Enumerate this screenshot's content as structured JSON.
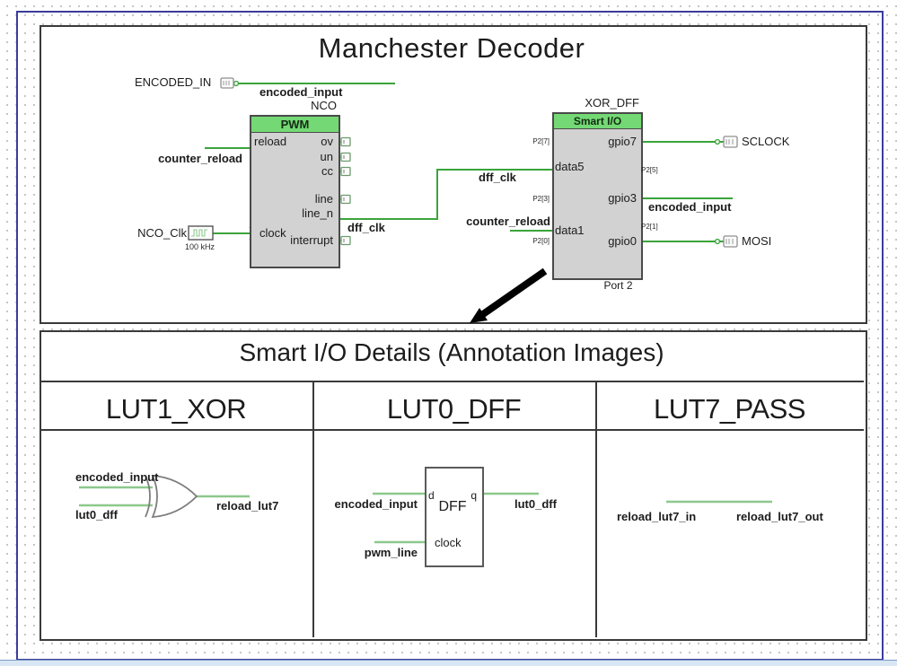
{
  "section1": {
    "title": "Manchester Decoder",
    "terminal_encoded_in": "ENCODED_IN",
    "net_encoded_input": "encoded_input",
    "net_counter_reload": "counter_reload",
    "net_dff_clk": "dff_clk",
    "clock_source": {
      "name": "NCO_Clk",
      "freq": "100 kHz"
    },
    "nco": {
      "instance": "NCO",
      "header": "PWM",
      "pin_reload": "reload",
      "pin_clock": "clock",
      "pin_ov": "ov",
      "pin_un": "un",
      "pin_cc": "cc",
      "pin_line": "line",
      "pin_line_n": "line_n",
      "pin_interrupt": "interrupt"
    },
    "smartio": {
      "instance": "XOR_DFF",
      "header": "Smart I/O",
      "pin_p27": "P2[7]",
      "pin_p25": "P2[5]",
      "pin_p23": "P2[3]",
      "pin_p21": "P2[1]",
      "pin_p20": "P2[0]",
      "pin_data5": "data5",
      "pin_data1": "data1",
      "pin_gpio7": "gpio7",
      "pin_gpio3": "gpio3",
      "pin_gpio0": "gpio0",
      "port_label": "Port 2"
    },
    "terminal_sclock": "SCLOCK",
    "terminal_mosi": "MOSI"
  },
  "section2": {
    "title": "Smart I/O Details (Annotation Images)",
    "xor_panel": {
      "header": "LUT1_XOR",
      "in1": "encoded_input",
      "in2": "lut0_dff",
      "out": "reload_lut7"
    },
    "dff_panel": {
      "header": "LUT0_DFF",
      "in_d": "encoded_input",
      "in_clock": "pwm_line",
      "out": "lut0_dff",
      "box": "DFF",
      "pin_d": "d",
      "pin_q": "q",
      "pin_clock": "clock"
    },
    "pass_panel": {
      "header": "LUT7_PASS",
      "in": "reload_lut7_in",
      "out": "reload_lut7_out"
    }
  },
  "colors": {
    "wire_green": "#3aa43a",
    "annotation_wire_green": "#8cc88c",
    "block_header_green": "#74d974",
    "block_fill": "#d2d2d2",
    "xbox_green": "#3fa43f",
    "page_border_blue": "#3c3c9e",
    "frame_black": "#3a3a3a"
  }
}
